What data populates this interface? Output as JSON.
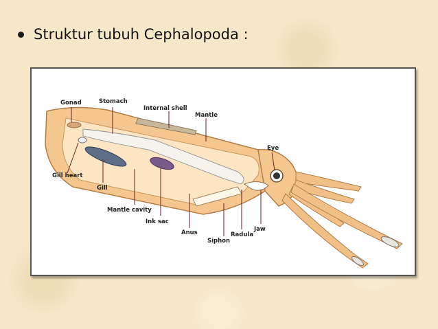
{
  "slide": {
    "title": "Struktur tubuh Cephalopoda :"
  },
  "diagram": {
    "labels": {
      "gonad": "Gonad",
      "stomach": "Stomach",
      "internal_shell": "Internal shell",
      "mantle": "Mantle",
      "eye": "Eye",
      "gill_heart": "Gill heart",
      "gill": "Gill",
      "mantle_cavity": "Mantle cavity",
      "ink_sac": "Ink sac",
      "anus": "Anus",
      "siphon": "Siphon",
      "radula": "Radula",
      "jaw": "Jaw"
    }
  }
}
